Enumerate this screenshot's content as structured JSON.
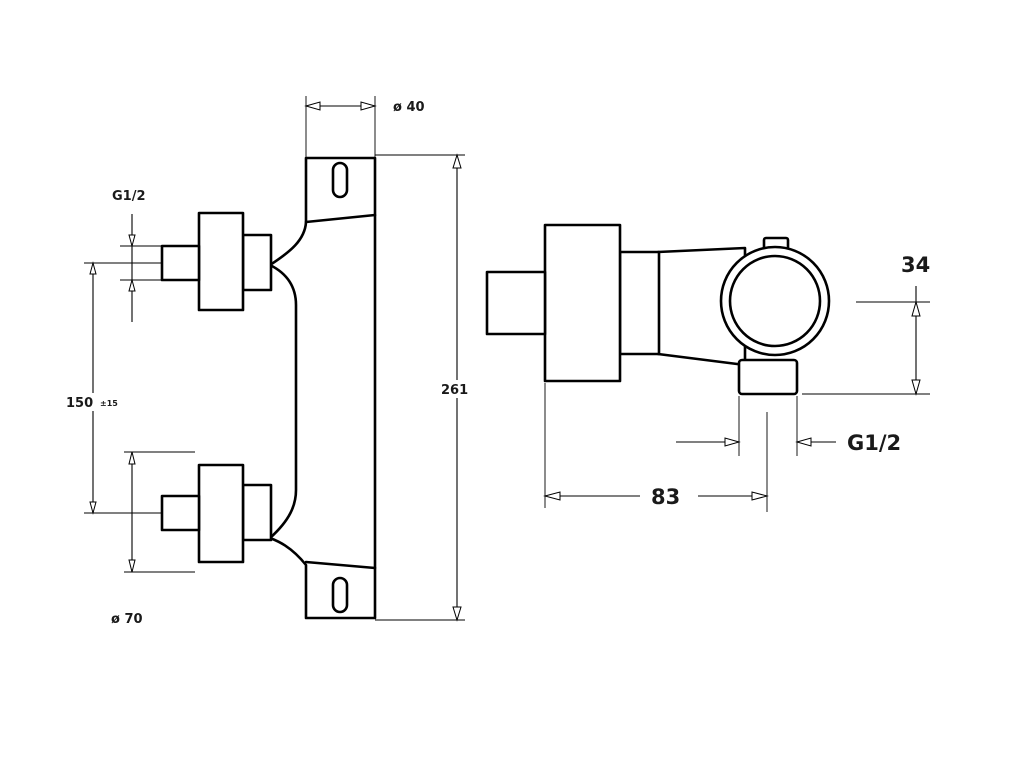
{
  "side_view": {
    "labels": {
      "diameter_body": "ø 40",
      "thread_top": "G1/2",
      "spacing": "150",
      "spacing_tolerance": "±15",
      "height": "261",
      "diameter_flange": "ø 70"
    }
  },
  "front_view": {
    "labels": {
      "depth": "34",
      "thread_outlet": "G1/2",
      "width": "83"
    }
  }
}
